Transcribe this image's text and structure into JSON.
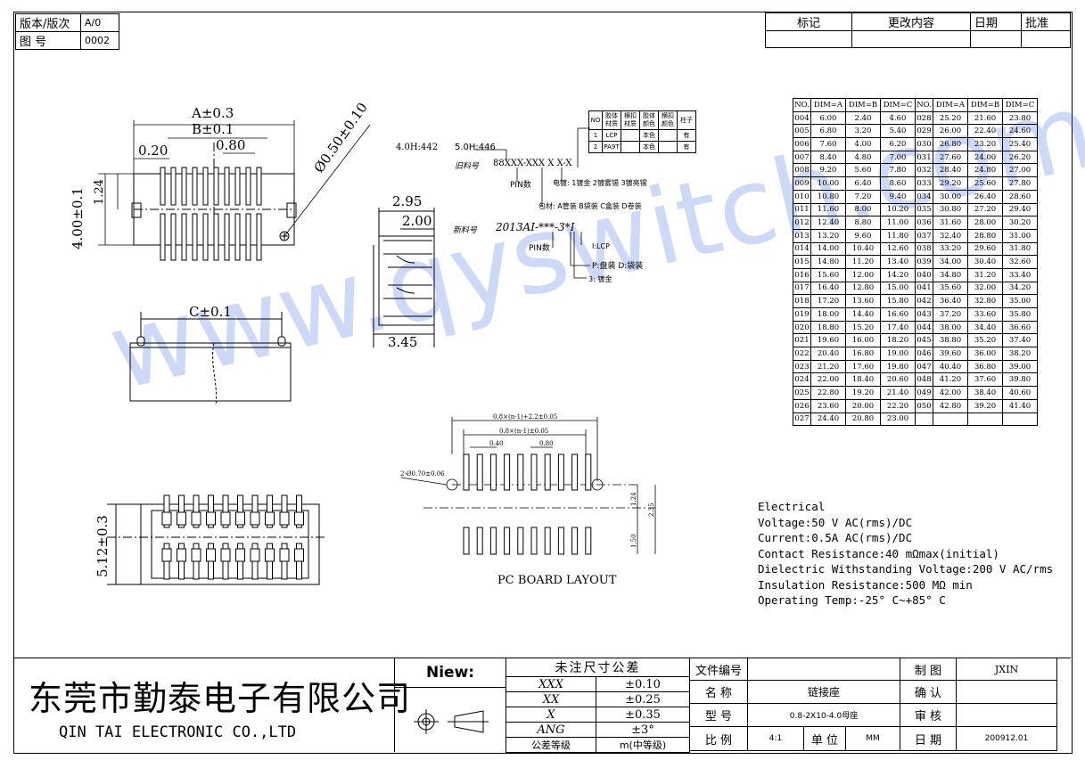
{
  "version_block": {
    "version_label": "版本/版次",
    "version_value": "A/0",
    "drawing_no_label": "图 号",
    "drawing_no_value": "0002"
  },
  "revision_header": [
    "标记",
    "更改内容",
    "日期",
    "批准"
  ],
  "dims_top": {
    "a": "A±0.3",
    "b": "B±0.1",
    "pitch": "0.80",
    "w": "0.20",
    "dia": "Ø0.50±0.10",
    "h": "4.00±0.1",
    "h2": "1.24"
  },
  "dims_side": {
    "c": "C±0.1"
  },
  "dims_bottom": {
    "h": "5.12±0.3"
  },
  "dims_profile": {
    "w1": "2.95",
    "w2": "2.00",
    "w3": "3.45"
  },
  "part_number": {
    "code_a": "4.0H:442",
    "code_b": "5.0H:446",
    "old_label": "旧料号",
    "old_code": "88XXX-XXX X X-X",
    "pin_label_old": "PIN数",
    "plating_text": "电镀: 1镀金  2镀雾锡  3镀亮锡",
    "packing_text": "包材: A管装  B袋装  C盒装  D卷装",
    "new_label": "新料号",
    "new_code": "2013AI-***-3*I",
    "pin_label_new": "PIN数",
    "material_text": "I:LCP",
    "packing_new": "P:盘装      D:袋装",
    "gold_text": "3: 镀金"
  },
  "material_table": {
    "headers": [
      "NO",
      "胶体材质",
      "横扣材质",
      "胶体颜色",
      "横扣颜色",
      "柱子"
    ],
    "rows": [
      [
        "1",
        "LCP",
        "",
        "本色",
        "",
        "有"
      ],
      [
        "2",
        "PA9T",
        "",
        "本色",
        "",
        "有"
      ]
    ]
  },
  "dim_table": {
    "headers": [
      "NO.",
      "DIM=A",
      "DIM=B",
      "DIM=C",
      "NO.",
      "DIM=A",
      "DIM=B",
      "DIM=C"
    ],
    "rows": [
      [
        "004",
        "6.00",
        "2.40",
        "4.60",
        "028",
        "25.20",
        "21.60",
        "23.80"
      ],
      [
        "005",
        "6.80",
        "3.20",
        "5.40",
        "029",
        "26.00",
        "22.40",
        "24.60"
      ],
      [
        "006",
        "7.60",
        "4.00",
        "6.20",
        "030",
        "26.80",
        "23.20",
        "25.40"
      ],
      [
        "007",
        "8.40",
        "4.80",
        "7.00",
        "031",
        "27.60",
        "24.00",
        "26.20"
      ],
      [
        "008",
        "9.20",
        "5.60",
        "7.80",
        "032",
        "28.40",
        "24.80",
        "27.00"
      ],
      [
        "009",
        "10.00",
        "6.40",
        "8.60",
        "033",
        "29.20",
        "25.60",
        "27.80"
      ],
      [
        "010",
        "10.80",
        "7.20",
        "9.40",
        "034",
        "30.00",
        "26.40",
        "28.60"
      ],
      [
        "011",
        "11.60",
        "8.00",
        "10.20",
        "035",
        "30.80",
        "27.20",
        "29.40"
      ],
      [
        "012",
        "12.40",
        "8.80",
        "11.00",
        "036",
        "31.60",
        "28.00",
        "30.20"
      ],
      [
        "013",
        "13.20",
        "9.60",
        "11.80",
        "037",
        "32.40",
        "28.80",
        "31.00"
      ],
      [
        "014",
        "14.00",
        "10.40",
        "12.60",
        "038",
        "33.20",
        "29.60",
        "31.80"
      ],
      [
        "015",
        "14.80",
        "11.20",
        "13.40",
        "039",
        "34.00",
        "30.40",
        "32.60"
      ],
      [
        "016",
        "15.60",
        "12.00",
        "14.20",
        "040",
        "34.80",
        "31.20",
        "33.40"
      ],
      [
        "017",
        "16.40",
        "12.80",
        "15.00",
        "041",
        "35.60",
        "32.00",
        "34.20"
      ],
      [
        "018",
        "17.20",
        "13.60",
        "15.80",
        "042",
        "36.40",
        "32.80",
        "35.00"
      ],
      [
        "019",
        "18.00",
        "14.40",
        "16.60",
        "043",
        "37.20",
        "33.60",
        "35.80"
      ],
      [
        "020",
        "18.80",
        "15.20",
        "17.40",
        "044",
        "38.00",
        "34.40",
        "36.60"
      ],
      [
        "021",
        "19.60",
        "16.00",
        "18.20",
        "045",
        "38.80",
        "35.20",
        "37.40"
      ],
      [
        "022",
        "20.40",
        "16.80",
        "19.00",
        "046",
        "39.60",
        "36.00",
        "38.20"
      ],
      [
        "023",
        "21.20",
        "17.60",
        "19.80",
        "047",
        "40.40",
        "36.80",
        "39.00"
      ],
      [
        "024",
        "22.00",
        "18.40",
        "20.60",
        "048",
        "41.20",
        "37.60",
        "39.80"
      ],
      [
        "025",
        "22.80",
        "19.20",
        "21.40",
        "049",
        "42.00",
        "38.40",
        "40.60"
      ],
      [
        "026",
        "23.60",
        "20.00",
        "22.20",
        "050",
        "42.80",
        "39.20",
        "41.40"
      ],
      [
        "027",
        "24.40",
        "20.80",
        "23.00",
        "",
        "",
        "",
        ""
      ]
    ]
  },
  "pcb_layout": {
    "title": "PC BOARD LAYOUT",
    "dim1": "0.8×(n-1)+2.2±0.05",
    "dim2": "0.8×(n-1)±0.05",
    "dim3": "0.40",
    "dim4": "0.80",
    "hole": "2-Ø0.70±0.06",
    "v1": "1.24",
    "v2": "2.35",
    "v3": "1.50"
  },
  "electrical": [
    "Electrical",
    "Voltage:50 V AC(rms)/DC",
    "Current:0.5A AC(rms)/DC",
    "Contact Resistance:40 mΩmax(initial)",
    "Dielectric Withstanding Voltage:200 V AC/rms",
    "Insulation Resistance:500 MΩ  min",
    "Operating Temp:-25° C~+85° C"
  ],
  "watermark": "www.qyswitch.com",
  "title_block": {
    "company_cn": "东莞市勤泰电子有限公司",
    "company_en": "QIN TAI ELECTRONIC CO.,LTD",
    "view_label": "Niew:",
    "tol_header": "未注尺寸公差",
    "tolerances": [
      [
        "XXX",
        "±0.10"
      ],
      [
        "XX",
        "±0.25"
      ],
      [
        "X",
        "±0.35"
      ],
      [
        "ANG",
        "±3°"
      ]
    ],
    "tol_grade_label": "公差等级",
    "tol_grade_value": "m(中等级)",
    "file_no_label": "文件编号",
    "name_label": "名 称",
    "name_value": "链接座",
    "model_label": "型 号",
    "model_value": "0.8-2X10-4.0母座",
    "scale_label": "比 例",
    "scale_value": "4:1",
    "unit_label": "单 位",
    "unit_value": "MM",
    "made_label": "制 图",
    "made_value": "JXIN",
    "confirm_label": "确 认",
    "review_label": "审 核",
    "date_label": "日 期",
    "date_value": "200912.01"
  }
}
